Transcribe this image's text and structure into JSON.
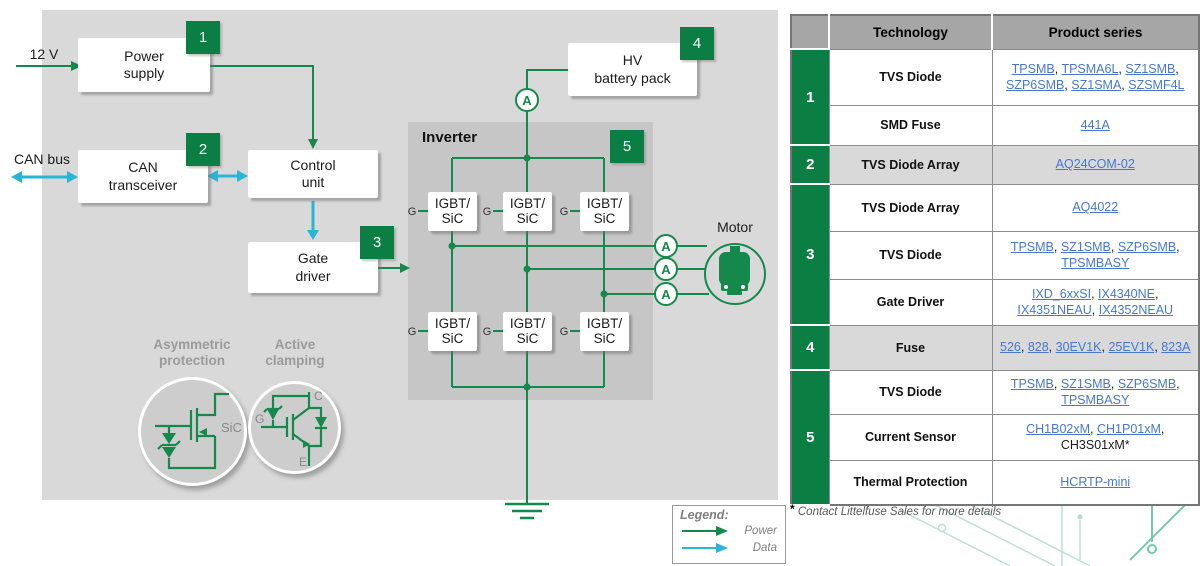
{
  "colors": {
    "green": "#0b7f43",
    "wire": "#15884b",
    "cyan": "#29b6d6",
    "link": "#4678d2",
    "bg": "#d9d9d9",
    "invbg": "#c6c6c6",
    "header": "#a6a6a6",
    "shade": "#d9d9d9"
  },
  "diagram": {
    "input_12v": "12 V",
    "can_bus": "CAN bus",
    "blocks": {
      "power_supply": {
        "label": "Power\nsupply",
        "badge": "1"
      },
      "can_transceiver": {
        "label": "CAN\ntransceiver",
        "badge": "2"
      },
      "control_unit": {
        "label": "Control\nunit"
      },
      "gate_driver": {
        "label": "Gate\ndriver",
        "badge": "3"
      },
      "hv_battery": {
        "label": "HV\nbattery pack",
        "badge": "4"
      }
    },
    "inverter": {
      "label": "Inverter",
      "badge": "5"
    },
    "igbt_label": "IGBT/\nSiC",
    "gate_pin": "G",
    "ammeter": "A",
    "motor_label": "Motor",
    "inset_asymmetric": {
      "title": "Asymmetric\nprotection",
      "chip": "SiC"
    },
    "inset_active": {
      "title": "Active\nclamping",
      "pin_c": "C",
      "pin_g": "G",
      "pin_e": "E"
    },
    "legend": {
      "title": "Legend:",
      "power": "Power",
      "data": "Data"
    }
  },
  "table": {
    "headers": [
      "Technology",
      "Product series"
    ],
    "groups": [
      {
        "num": "1",
        "rows": [
          {
            "tech": "TVS Diode",
            "h": 56,
            "shaded": false,
            "products": [
              {
                "t": "TPSMB",
                "link": true
              },
              {
                "t": "TPSMA6L",
                "link": true
              },
              {
                "t": "SZ1SMB",
                "link": true
              },
              {
                "t": "SZP6SMB",
                "link": true
              },
              {
                "t": "SZ1SMA",
                "link": true
              },
              {
                "t": "SZSMF4L",
                "link": true
              }
            ]
          },
          {
            "tech": "SMD Fuse",
            "h": 40,
            "shaded": false,
            "products": [
              {
                "t": "441A",
                "link": true
              }
            ]
          }
        ]
      },
      {
        "num": "2",
        "rows": [
          {
            "tech": "TVS Diode Array",
            "h": 39,
            "shaded": true,
            "products": [
              {
                "t": "AQ24COM-02",
                "link": true
              }
            ]
          }
        ]
      },
      {
        "num": "3",
        "rows": [
          {
            "tech": "TVS Diode Array",
            "h": 47,
            "shaded": false,
            "products": [
              {
                "t": "AQ4022",
                "link": true
              }
            ]
          },
          {
            "tech": "TVS Diode",
            "h": 48,
            "shaded": false,
            "products": [
              {
                "t": "TPSMB",
                "link": true
              },
              {
                "t": "SZ1SMB",
                "link": true
              },
              {
                "t": "SZP6SMB",
                "link": true
              },
              {
                "t": "TPSMBASY",
                "link": true
              }
            ]
          },
          {
            "tech": "Gate Driver",
            "h": 46,
            "shaded": false,
            "products": [
              {
                "t": "IXD_6xxSI",
                "link": true
              },
              {
                "t": "IX4340NE",
                "link": true
              },
              {
                "t": "IX4351NEAU",
                "link": true
              },
              {
                "t": "IX4352NEAU",
                "link": true
              }
            ]
          }
        ]
      },
      {
        "num": "4",
        "rows": [
          {
            "tech": "Fuse",
            "h": 45,
            "shaded": true,
            "products": [
              {
                "t": "526",
                "link": true
              },
              {
                "t": "828",
                "link": true
              },
              {
                "t": "30EV1K",
                "link": true
              },
              {
                "t": "25EV1K",
                "link": true
              },
              {
                "t": "823A",
                "link": true
              }
            ]
          }
        ]
      },
      {
        "num": "5",
        "rows": [
          {
            "tech": "TVS Diode",
            "h": 44,
            "shaded": false,
            "products": [
              {
                "t": "TPSMB",
                "link": true
              },
              {
                "t": "SZ1SMB",
                "link": true
              },
              {
                "t": "SZP6SMB",
                "link": true
              },
              {
                "t": "TPSMBASY",
                "link": true
              }
            ]
          },
          {
            "tech": "Current Sensor",
            "h": 46,
            "shaded": false,
            "products": [
              {
                "t": "CH1B02xM",
                "link": true
              },
              {
                "t": "CH1P01xM",
                "link": true
              },
              {
                "t": "CH3S01xM*",
                "link": false
              }
            ]
          },
          {
            "tech": "Thermal Protection",
            "h": 45,
            "shaded": false,
            "products": [
              {
                "t": "HCRTP-mini",
                "link": true
              }
            ]
          }
        ]
      }
    ]
  },
  "footnote": {
    "star": "*",
    "text": "Contact Littelfuse Sales for more details"
  }
}
